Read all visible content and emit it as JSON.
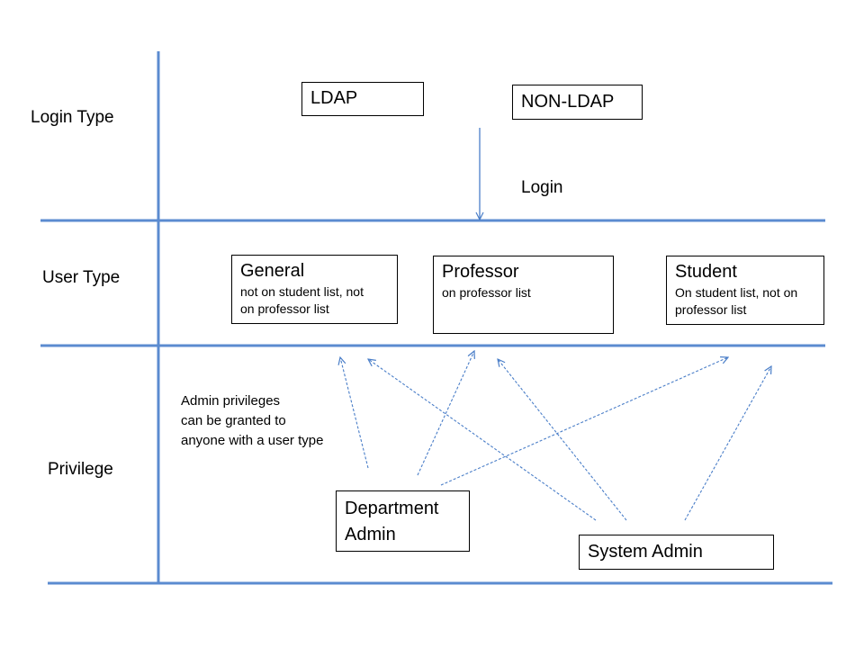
{
  "colors": {
    "axis": "#5B8BD0",
    "arrow": "#4A7EC8",
    "box_border": "#000000"
  },
  "row_labels": {
    "login_type": "Login Type",
    "user_type": "User Type",
    "privilege": "Privilege"
  },
  "login_types": {
    "ldap": "LDAP",
    "non_ldap": "NON-LDAP",
    "arrow_label": "Login"
  },
  "user_types": {
    "general": {
      "title": "General",
      "desc_line1": "not on student list, not",
      "desc_line2": "on professor list"
    },
    "professor": {
      "title": "Professor",
      "desc_line1": "on professor list"
    },
    "student": {
      "title": "Student",
      "desc_line1": "On student list, not on",
      "desc_line2": "professor list"
    }
  },
  "note": {
    "line1": "Admin privileges",
    "line2": "can be granted to",
    "line3": "anyone with a user type"
  },
  "admins": {
    "department": {
      "line1": "Department",
      "line2": "Admin"
    },
    "system": {
      "line1": "System Admin"
    }
  }
}
